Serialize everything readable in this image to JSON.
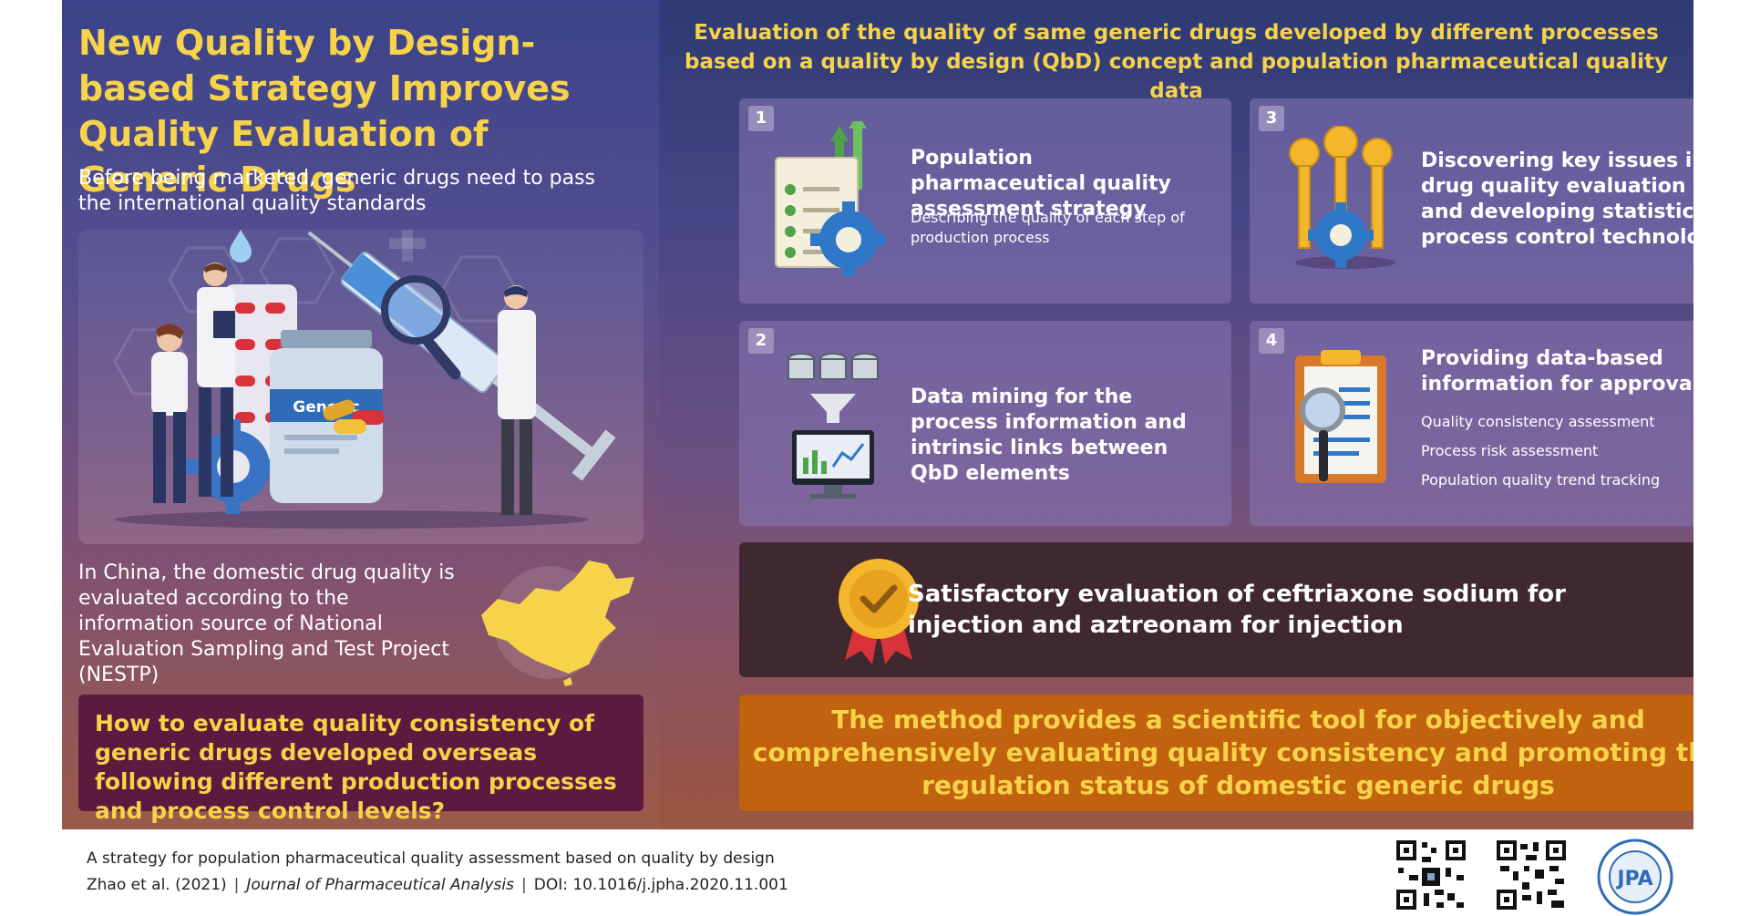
{
  "left": {
    "title": "New Quality by Design-based Strategy Improves Quality Evaluation of Generic Drugs",
    "subtitle": "Before being marketed, generic drugs need to pass the international quality standards",
    "vial_label": "Generic",
    "china_text": "In China, the domestic drug quality is evaluated according to the information source of National Evaluation Sampling and Test Project (NESTP)",
    "question": "How to evaluate quality consistency of generic drugs developed overseas following different production processes and process control levels?"
  },
  "right": {
    "heading": "Evaluation of the quality of same generic drugs developed by different processes based on a quality by design (QbD) concept and population pharmaceutical quality data",
    "cards": [
      {
        "number": "1",
        "title": "Population pharmaceutical quality assessment strategy",
        "description": "Describing the quality of each step of production process",
        "icon": "checklist-gear-icon"
      },
      {
        "number": "2",
        "title": "Data mining for the process information and intrinsic links between QbD elements",
        "icon": "database-monitor-icon"
      },
      {
        "number": "3",
        "title": "Discovering key issues in drug quality evaluation and developing statistical process control technology",
        "icon": "keys-gear-icon"
      },
      {
        "number": "4",
        "title": "Providing data-based information for approval",
        "items": [
          "Quality consistency assessment",
          "Process risk assessment",
          "Population quality trend tracking"
        ],
        "icon": "clipboard-magnifier-icon"
      }
    ],
    "result": "Satisfactory evaluation of ceftriaxone sodium for injection and aztreonam for injection",
    "conclusion": "The method provides a scientific tool for objectively and comprehensively evaluating quality consistency and promoting the regulation status of domestic generic drugs"
  },
  "footer": {
    "citation_title": "A strategy for population pharmaceutical quality assessment based on quality by design",
    "authors": "Zhao et al. (2021)",
    "journal": "Journal of Pharmaceutical Analysis",
    "doi": "DOI: 10.1016/j.jpha.2020.11.001",
    "logo_text": "JPA"
  },
  "colors": {
    "accent_yellow": "#f6d34a",
    "question_bg": "#5c1b3e",
    "result_bg": "#3f2830",
    "conclusion_bg": "#c0620e"
  }
}
